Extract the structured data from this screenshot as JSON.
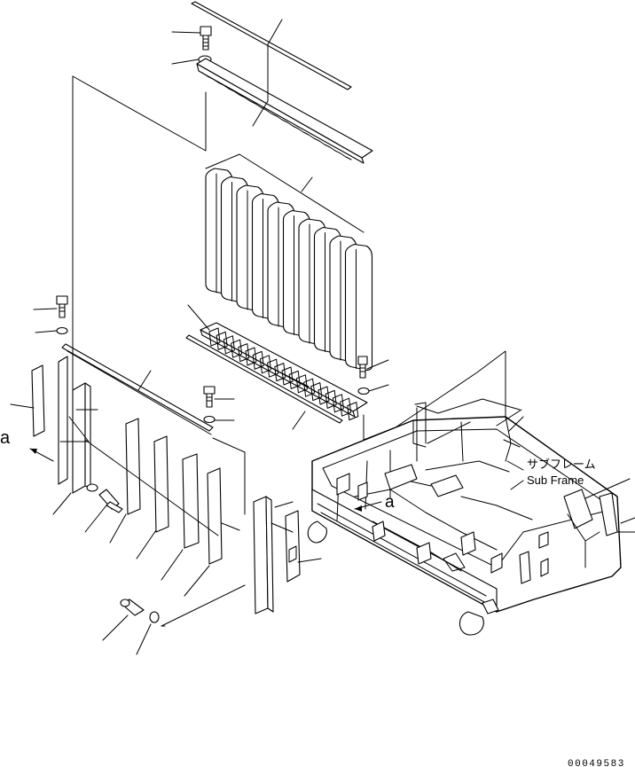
{
  "labels": {
    "view_ref_left": "a",
    "view_ref_frame": "a",
    "subframe_jp": "サブフレーム",
    "subframe_en": "Sub Frame",
    "drawing_number": "00049583"
  }
}
